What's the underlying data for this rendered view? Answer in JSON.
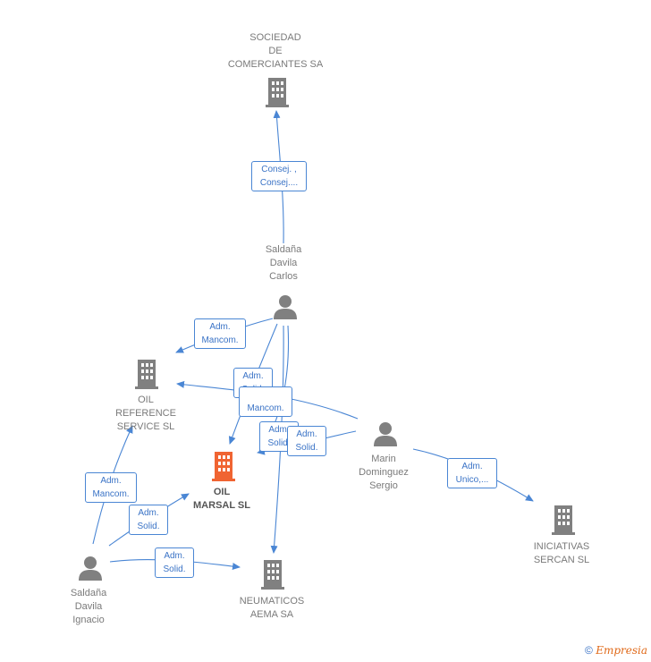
{
  "colors": {
    "edge": "#4a86d4",
    "company": "#808080",
    "focus_company": "#f06432",
    "person": "#808080"
  },
  "nodes": {
    "sociedad": {
      "label": "SOCIEDAD\nDE\nCOMERCIANTES SA",
      "icon": "building-icon"
    },
    "saldana_carlos": {
      "label": "Saldaña\nDavila\nCarlos",
      "icon": "person-icon"
    },
    "oil_reference": {
      "label": "OIL\nREFERENCE\nSERVICE  SL",
      "icon": "building-icon"
    },
    "oil_marsal": {
      "label": "OIL\nMARSAL  SL",
      "icon": "building-icon"
    },
    "marin": {
      "label": "Marin\nDominguez\nSergio",
      "icon": "person-icon"
    },
    "iniciativas": {
      "label": "INICIATIVAS\nSERCAN  SL",
      "icon": "building-icon"
    },
    "saldana_ignacio": {
      "label": "Saldaña\nDavila\nIgnacio",
      "icon": "person-icon"
    },
    "neumaticos": {
      "label": "NEUMATICOS\nAEMA SA",
      "icon": "building-icon"
    }
  },
  "edges": {
    "e1": "Consej. ,\nConsej....",
    "e2": "Adm.\nMancom.",
    "e3": "Adm.\nSolid.",
    "e4": "Mancom.",
    "e5": "Adm.\nSolid.",
    "e6": "Adm.\nSolid.",
    "e7": "Adm.\nUnico,...",
    "e8": "Adm.\nMancom.",
    "e9": "Adm.\nSolid.",
    "e10": "Adm.\nSolid."
  },
  "footer": {
    "copyright": "©",
    "brand": "Empresia"
  }
}
